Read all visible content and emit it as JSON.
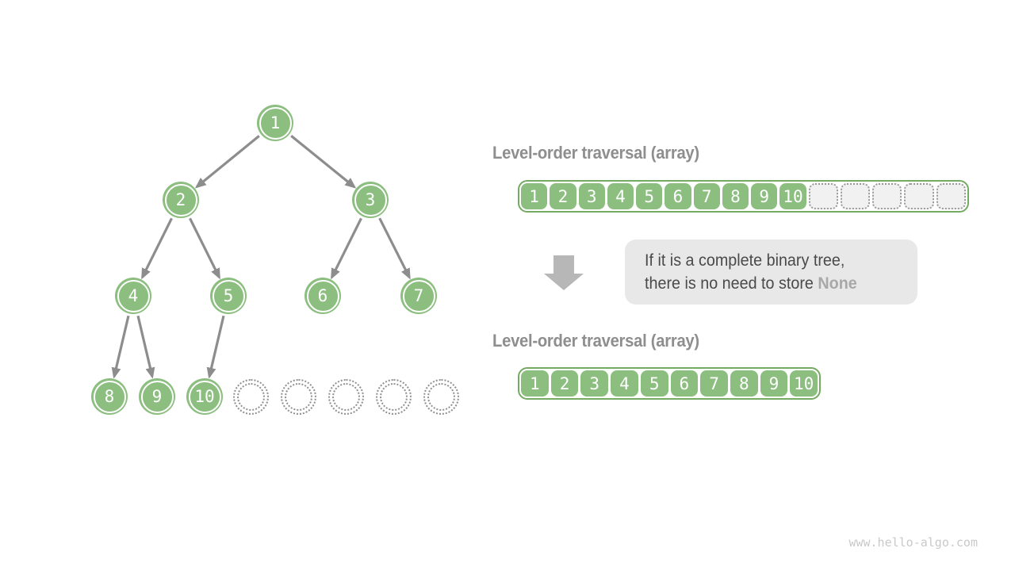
{
  "colors": {
    "node_green": "#8CBE80",
    "array_border_green": "#74AA62",
    "tree_arrow_gray": "#8D8D8D",
    "down_arrow_gray": "#B7B7B7",
    "note_bg": "#E8E8E8",
    "note_text": "#4A4A4A",
    "none_text": "#A8A8A8",
    "heading_text": "#8E8E8E",
    "empty_cell_bg": "#F1F1F1",
    "dotted_border": "#9B9B9B",
    "watermark_text": "#C9C9C9"
  },
  "tree": {
    "nodes": [
      "1",
      "2",
      "3",
      "4",
      "5",
      "6",
      "7",
      "8",
      "9",
      "10"
    ],
    "empty_slot_count": 5
  },
  "array_top": {
    "title": "Level-order traversal (array)",
    "cells": [
      "1",
      "2",
      "3",
      "4",
      "5",
      "6",
      "7",
      "8",
      "9",
      "10"
    ],
    "empty_cell_count": 5
  },
  "note": {
    "line1": "If it is a complete binary tree,",
    "line2": "there is no need to store",
    "highlight": "None"
  },
  "array_bottom": {
    "title": "Level-order traversal (array)",
    "cells": [
      "1",
      "2",
      "3",
      "4",
      "5",
      "6",
      "7",
      "8",
      "9",
      "10"
    ]
  },
  "watermark": "www.hello-algo.com"
}
